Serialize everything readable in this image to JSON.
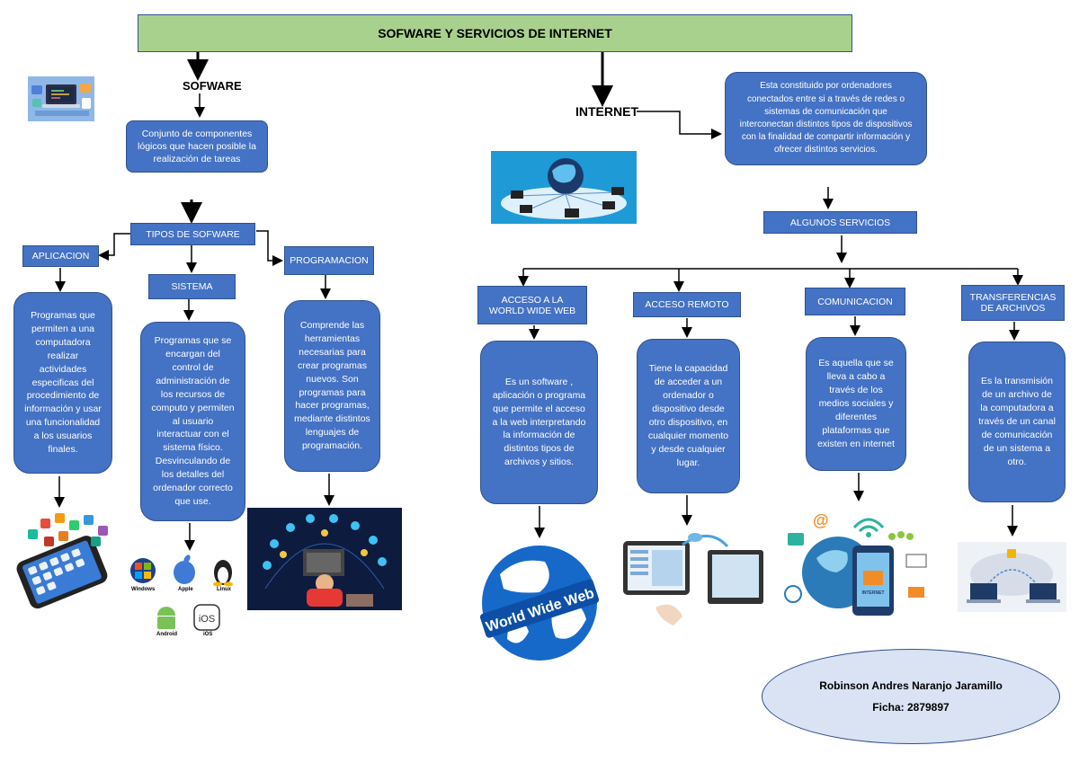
{
  "title": "SOFWARE Y SERVICIOS DE INTERNET",
  "software": {
    "heading": "SOFWARE",
    "definition": "Conjunto de componentes lógicos que hacen posible la realización de tareas",
    "types_label": "TIPOS DE SOFWARE",
    "types": [
      {
        "label": "APLICACION",
        "description": "Programas que permiten a una computadora realizar actividades especificas del procedimiento de información y usar una funcionalidad a los usuarios finales."
      },
      {
        "label": "SISTEMA",
        "description": "Programas que se encargan del control de administración de los recursos de computo y permiten al usuario interactuar con el sistema físico. Desvinculando de los detalles del ordenador correcto que use."
      },
      {
        "label": "PROGRAMACION",
        "description": "Comprende las herramientas necesarias para crear programas nuevos. Son programas para hacer programas, mediante distintos lenguajes de programación."
      }
    ],
    "os_labels": [
      "Windows",
      "Apple",
      "Linux",
      "Android",
      "iOS"
    ]
  },
  "internet": {
    "heading": "INTERNET",
    "definition": "Esta constituido por ordenadores conectados entre si a través de redes o sistemas de comunicación que interconectan distintos tipos de dispositivos con la finalidad de compartir información y ofrecer distintos servicios.",
    "services_label": "ALGUNOS SERVICIOS",
    "services": [
      {
        "label": "ACCESO A LA WORLD WIDE WEB",
        "description": "Es un software , aplicación o programa que permite el acceso a la web interpretando la información de distintos tipos de archivos y sitios."
      },
      {
        "label": "ACCESO REMOTO",
        "description": "Tiene la capacidad de acceder  a un ordenador o dispositivo desde otro dispositivo, en cualquier momento y desde cualquier lugar."
      },
      {
        "label": "COMUNICACION",
        "description": "Es aquella que se lleva a cabo a través de los medios sociales y diferentes plataformas que existen en internet"
      },
      {
        "label": "TRANSFERENCIAS DE ARCHIVOS",
        "description": "Es la transmisión de un archivo de la computadora a través de un canal de comunicación de un sistema a otro."
      }
    ],
    "www_text": "World Wide Web",
    "email_symbol": "@",
    "phone_text": "INTERNET"
  },
  "author": {
    "name": "Robinson Andres Naranjo Jaramillo",
    "ficha": "Ficha: 2879897"
  },
  "colors": {
    "box_fill": "#4472c4",
    "box_border": "#2f528f",
    "title_fill": "#a9d18e",
    "author_fill": "#dae3f3"
  }
}
